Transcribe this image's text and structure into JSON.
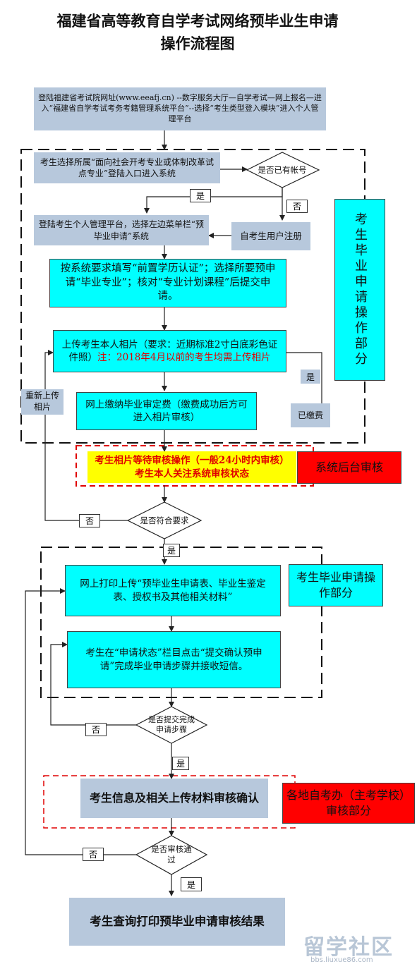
{
  "title": {
    "line1": "福建省高等教育自学考试网络预毕业生申请",
    "line2": "操作流程图"
  },
  "nodes": {
    "login_site": "登陆福建省考试院网址(www.eeafj.cn) --数字服务大厅—自学考试—网上报名—进入“福建省自学考试考务考籍管理系统平台”--选择“考生类型登入模块”进入个人管理平台",
    "select_entry": "考生选择所属“面向社会开考专业或体制改革试点专业”登陆入口进入系统",
    "has_account": "是否已有帐号",
    "login_personal": "登陆考生个人管理平台，选择左边菜单栏“预毕业申请”系统",
    "register": "自考生用户注册",
    "fill_form": "按系统要求填写“前置学历认证”；选择所要预申请“毕业专业”；核对“专业计划课程”后提交申请。",
    "upload_photo_black": "上传考生本人相片（要求：近期标准2寸白底彩色证件照）",
    "upload_photo_red": "注：2018年4月以前的考生均需上传相片",
    "pay_fee": "网上缴纳毕业审定费（缴费成功后方可进入相片审核）",
    "reupload": "重新上传相片",
    "paid": "已缴费",
    "wait_review": "考生相片等待审核操作（一般24小时内审核）考生本人关注系统审核状态",
    "backend_review": "系统后台审核",
    "meets_req": "是否符合要求",
    "print_upload": "网上打印上传“预毕业生申请表、毕业生鉴定表、授权书及其他相关材料”",
    "confirm": "考生在“申请状态”栏目点击“提交确认预申请”完成毕业申请步骤并接收短信。",
    "submitted": "是否提交完成申请步骤",
    "material_review": "考生信息及相关上传材料审核确认",
    "local_office": "各地自考办（主考学校）审核部分",
    "passed": "是否审核通过",
    "query_result": "考生查询打印预毕业申请审核结果"
  },
  "sections": {
    "grad_apply_vertical": "考生毕业申请操作部分",
    "grad_apply_box": "考生毕业申请操作部分"
  },
  "labels": {
    "yes": "是",
    "no": "否"
  },
  "watermark": {
    "main": "留学社区",
    "url": "bbs.liuxue86.com"
  },
  "colors": {
    "gray_box": "#b7c8dc",
    "cyan_box": "#00ffff",
    "red_box": "#ff0000",
    "highlight_yellow": "#ffff00",
    "red_text": "#e00000"
  }
}
